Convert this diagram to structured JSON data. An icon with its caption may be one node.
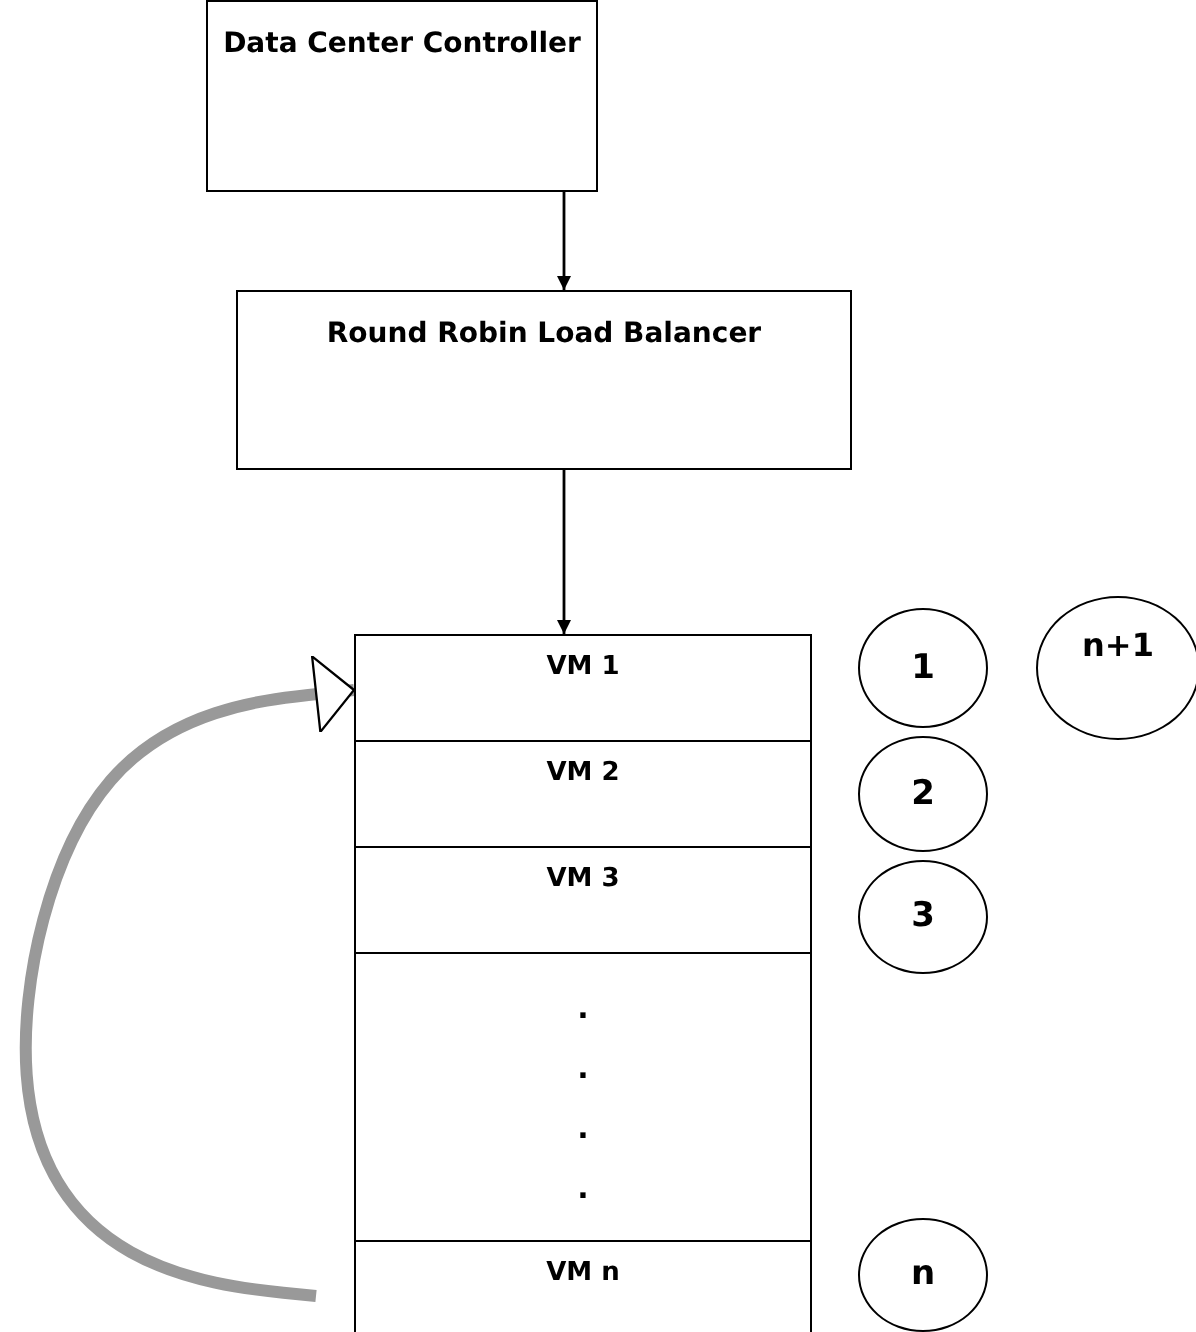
{
  "diagram": {
    "nodes": [
      {
        "text": [
          "Data Center Controller"
        ]
      },
      {
        "text": [
          "Round Robin Load Balancer"
        ]
      },
      {
        "text": [
          "VM 1"
        ]
      },
      {
        "text": [
          "VM 2"
        ]
      },
      {
        "text": [
          "VM 3"
        ]
      },
      {
        "text": [
          ". . . ."
        ]
      },
      {
        "text": [
          "VM n"
        ]
      },
      {
        "text": [
          "1"
        ]
      },
      {
        "text": [
          "2"
        ]
      },
      {
        "text": [
          "3"
        ]
      },
      {
        "text": [
          "n"
        ]
      },
      {
        "text": [
          "n+1"
        ]
      }
    ],
    "edges": [
      {
        "from": 0,
        "to": 1,
        "arrow": "to"
      },
      {
        "from": 1,
        "to": 2,
        "arrow": "to"
      },
      {
        "from": 6,
        "to": 2,
        "arrow": "to",
        "style": "thick",
        "color": "#999999"
      }
    ]
  }
}
